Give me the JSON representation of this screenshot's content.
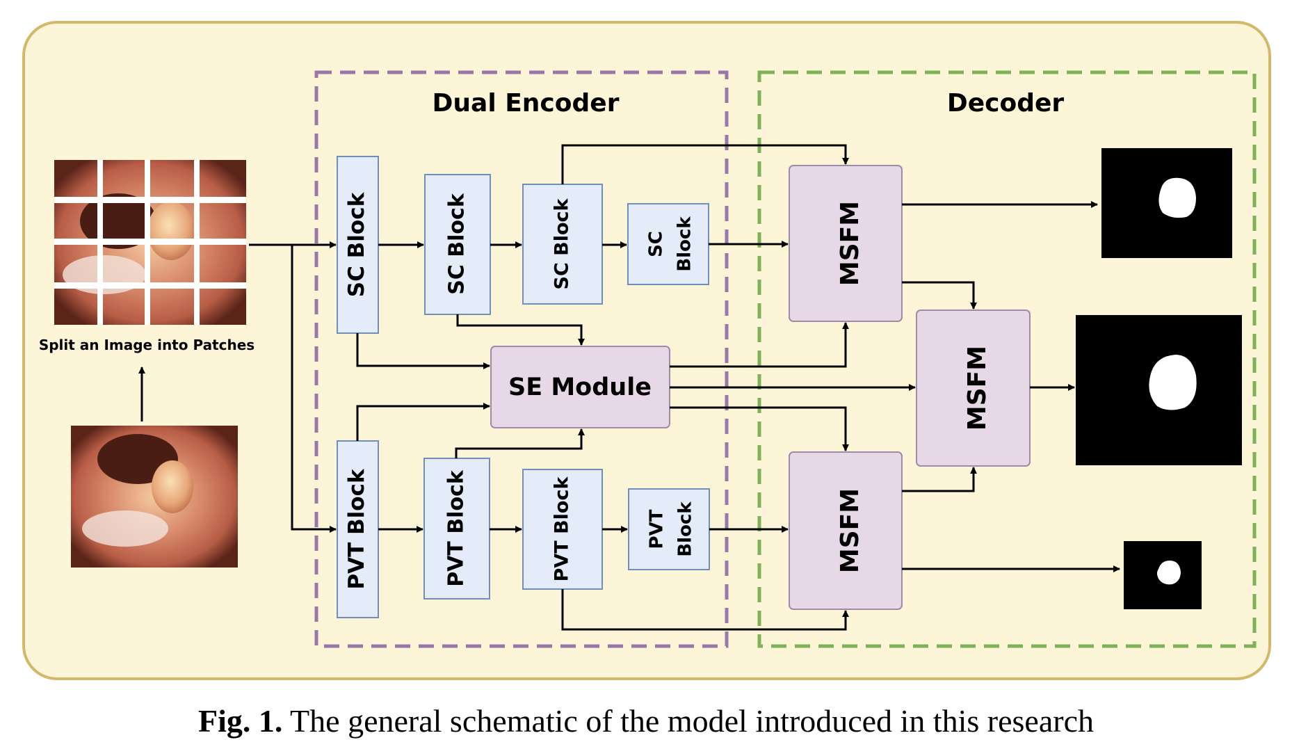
{
  "diagram": {
    "panel_color": "#fdf5d8",
    "panel_border": "#d4b86a",
    "encoder_group": {
      "title": "Dual Encoder",
      "border": "#9b77a8"
    },
    "decoder_group": {
      "title": "Decoder",
      "border": "#7db257"
    },
    "input": {
      "patch_caption": "Split an Image into Patches"
    },
    "sc_blocks": [
      {
        "line1": "SC Block",
        "line2": ""
      },
      {
        "line1": "SC Block",
        "line2": ""
      },
      {
        "line1": "SC Block",
        "line2": ""
      },
      {
        "line1": "SC",
        "line2": "Block"
      }
    ],
    "pvt_blocks": [
      {
        "line1": "PVT Block",
        "line2": ""
      },
      {
        "line1": "PVT Block",
        "line2": ""
      },
      {
        "line1": "PVT Block",
        "line2": ""
      },
      {
        "line1": "PVT",
        "line2": "Block"
      }
    ],
    "se_module": "SE Module",
    "msfm": [
      "MSFM",
      "MSFM",
      "MSFM"
    ],
    "block_color": "#e3ecf8",
    "block_border": "#6f8fba",
    "module_color": "#e6d8e7",
    "module_border": "#9f8aa8"
  },
  "caption": {
    "label": "Fig. 1.",
    "text": " The general schematic of the model introduced in this research"
  }
}
